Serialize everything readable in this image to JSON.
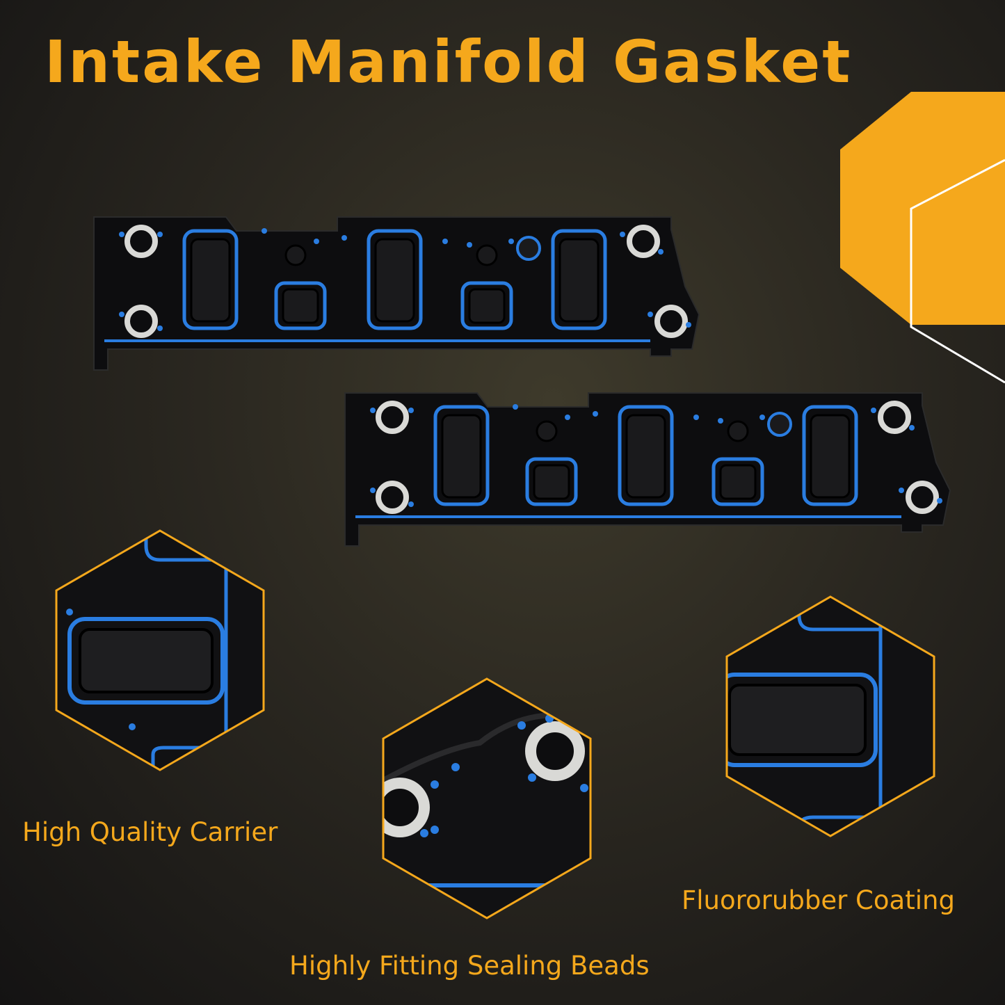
{
  "title": "Intake Manifold Gasket",
  "captions": {
    "carrier": "High Quality Carrier",
    "beads": "Highly Fitting Sealing Beads",
    "coating": "Fluororubber Coating"
  },
  "colors": {
    "accent": "#f5a81c",
    "gasket_body": "#0d0d0f",
    "bead_blue": "#2a7de1",
    "ring": "#d9d9d6"
  }
}
